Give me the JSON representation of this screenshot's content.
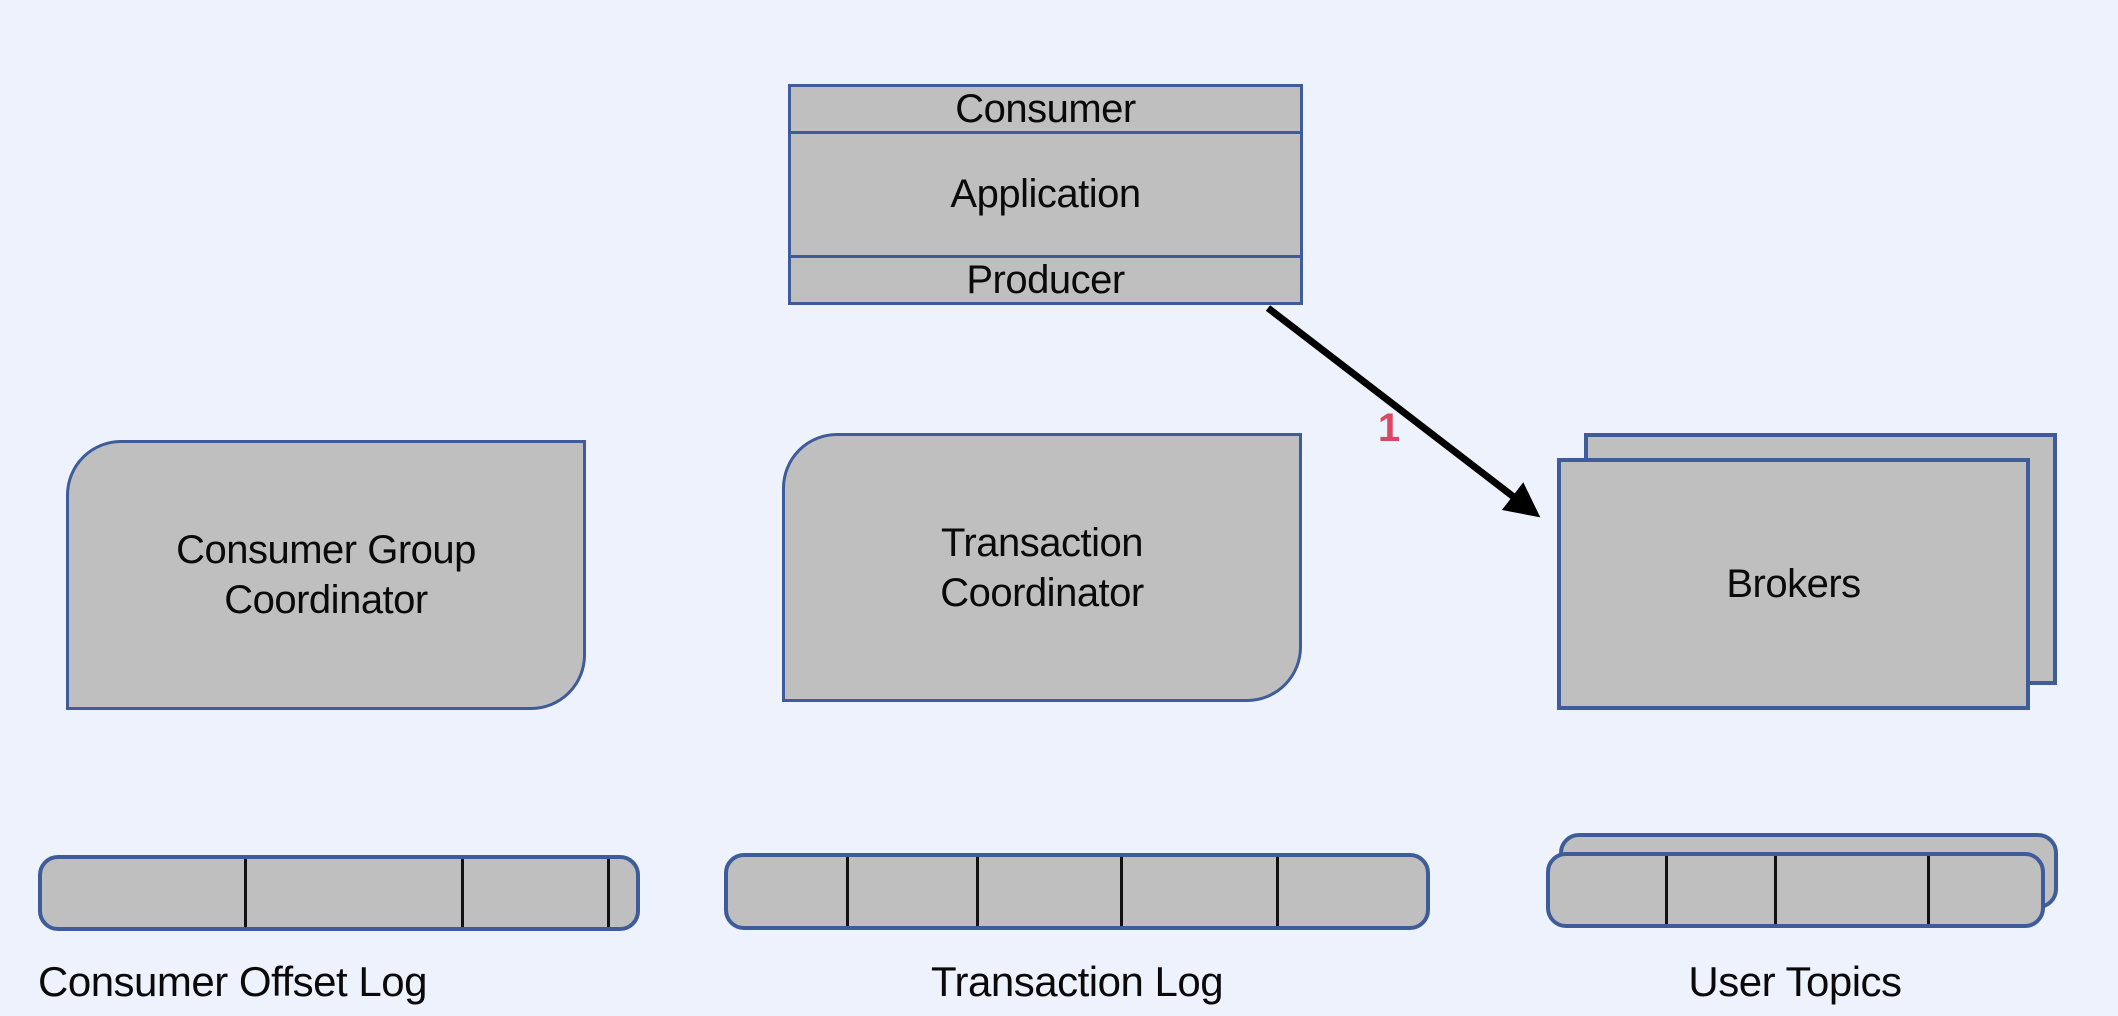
{
  "diagram": {
    "title_hint": "Kafka transactions components diagram",
    "colors": {
      "background": "#EEF2FC",
      "shape_fill": "#BFBFBF",
      "shape_border": "#3E5C99",
      "segment_divider": "#111111",
      "arrow": "#000000",
      "step_number": "#DE4763",
      "text": "#0a0a0a"
    },
    "application_stack": {
      "consumer_label": "Consumer",
      "application_label": "Application",
      "producer_label": "Producer"
    },
    "consumer_group_coordinator": {
      "label": "Consumer Group\nCoordinator"
    },
    "transaction_coordinator": {
      "label": "Transaction\nCoordinator"
    },
    "brokers": {
      "label": "Brokers",
      "instances": 2
    },
    "arrow_1": {
      "label": "1",
      "from": "Producer",
      "to": "Brokers"
    },
    "logs": {
      "consumer_offset_log": {
        "label": "Consumer Offset Log",
        "segments": 4,
        "instances": 1
      },
      "transaction_log": {
        "label": "Transaction Log",
        "segments": 5,
        "instances": 1
      },
      "user_topics": {
        "label": "User Topics",
        "segments": 4,
        "instances": 2
      }
    }
  }
}
